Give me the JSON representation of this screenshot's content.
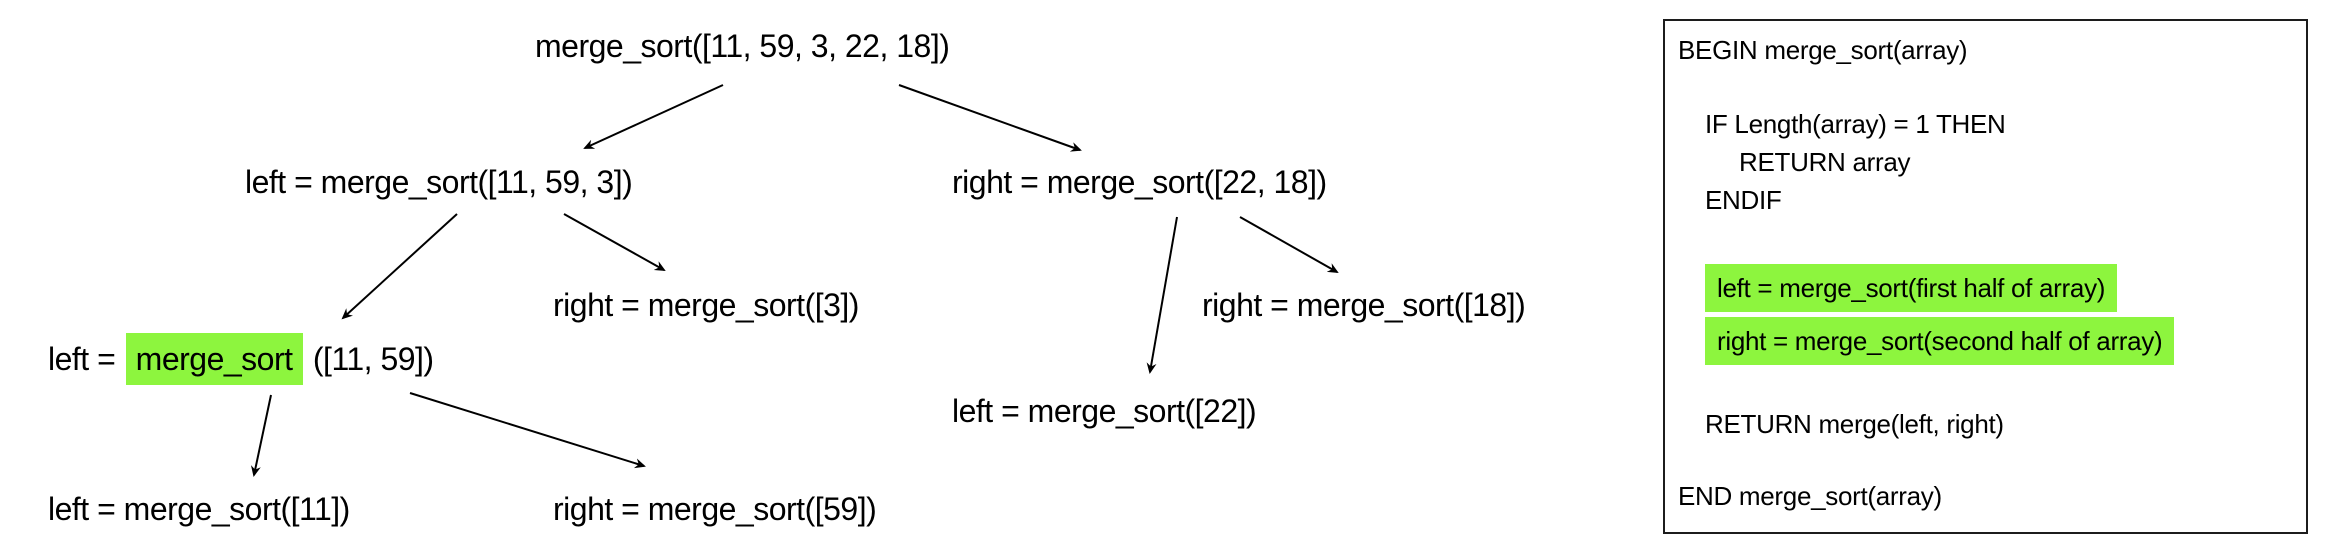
{
  "colors": {
    "highlight": "#8df53e",
    "text": "#000000",
    "border": "#1c1c1c",
    "arrow": "#000000",
    "background": "#ffffff"
  },
  "tree": {
    "nodes": [
      {
        "id": "root",
        "text": "merge_sort([11, 59, 3, 22, 18])"
      },
      {
        "id": "l1-left",
        "text": "left = merge_sort([11, 59, 3])"
      },
      {
        "id": "l1-right",
        "text": "right = merge_sort([22, 18])"
      },
      {
        "id": "l2-right3",
        "text": "right = merge_sort([3])"
      },
      {
        "id": "l2-left-highlighted",
        "prefix": "left =",
        "highlight": "merge_sort",
        "suffix": "([11, 59])"
      },
      {
        "id": "l2-right18",
        "text": "right = merge_sort([18])"
      },
      {
        "id": "l2-left22",
        "text": "left = merge_sort([22])"
      },
      {
        "id": "l3-left11",
        "text": "left = merge_sort([11])"
      },
      {
        "id": "l3-right59",
        "text": "right = merge_sort([59])"
      }
    ]
  },
  "pseudocode": {
    "lines": [
      {
        "text": "BEGIN merge_sort(array)",
        "indent": 0,
        "highlighted": false
      },
      {
        "text": "IF Length(array) = 1 THEN",
        "indent": 1,
        "highlighted": false
      },
      {
        "text": "RETURN array",
        "indent": 2,
        "highlighted": false
      },
      {
        "text": "ENDIF",
        "indent": 1,
        "highlighted": false
      },
      {
        "text": "left = merge_sort(first half of array)",
        "indent": 1,
        "highlighted": true
      },
      {
        "text": "right = merge_sort(second half of array)",
        "indent": 1,
        "highlighted": true
      },
      {
        "text": "RETURN merge(left, right)",
        "indent": 1,
        "highlighted": false
      },
      {
        "text": "END merge_sort(array)",
        "indent": 0,
        "highlighted": false
      }
    ]
  }
}
